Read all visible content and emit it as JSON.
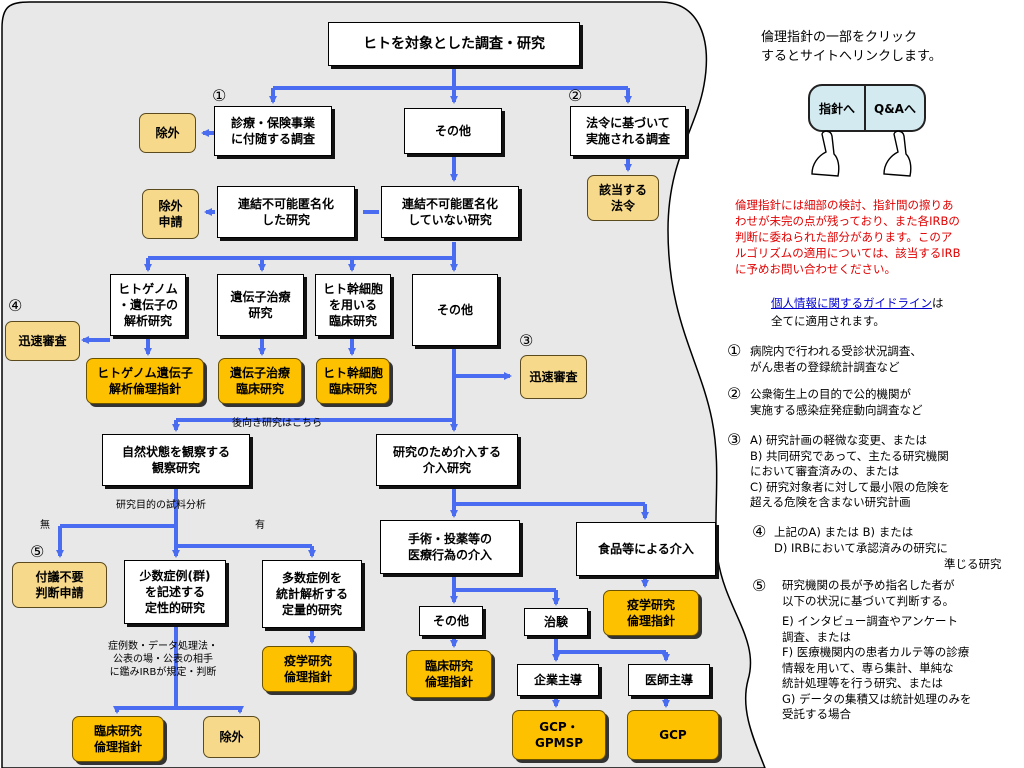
{
  "flowchart": {
    "top": "ヒトを対象とした調査・研究",
    "medical_survey": "診療・保険事業\nに付随する調査",
    "exclude": "除外",
    "other_top": "その他",
    "legal_survey": "法令に基づいて\n実施される調査",
    "applicable_law": "該当する\n法令",
    "exclusion_request": "除外\n申請",
    "anonymized": "連結不可能匿名化\nした研究",
    "not_anonymized": "連結不可能匿名化\nしていない研究",
    "genome_study": "ヒトゲノム\n・遺伝子の\n解析研究",
    "gene_therapy": "遺伝子治療\n研究",
    "stem_cell": "ヒト幹細胞\nを用いる\n臨床研究",
    "other_mid": "その他",
    "rapid_review_left": "迅速審査",
    "rapid_review_right": "迅速審査",
    "genome_guideline": "ヒトゲノム遺伝子\n解析倫理指針",
    "gene_therapy_guideline": "遺伝子治療\n臨床研究",
    "stem_cell_guideline": "ヒト幹細胞\n臨床研究",
    "retrospective_note": "後向き研究はこちら",
    "observational": "自然状態を観察する\n観察研究",
    "interventional": "研究のため介入する\n介入研究",
    "sample_analysis": "研究目的の試料分析",
    "label_no": "無",
    "label_yes": "有",
    "no_review_request": "付議不要\n判断申請",
    "qualitative": "少数症例(群)\nを記述する\n定性的研究",
    "quantitative": "多数症例を\n統計解析する\n定量的研究",
    "epi_guideline_left": "疫学研究\n倫理指針",
    "irb_note": "症例数・データ処理法・\n公表の場・公表の相手\nに鑑みIRBが規定・判断",
    "clinical_guideline_left": "臨床研究\n倫理指針",
    "exclude_bottom": "除外",
    "surgery_intervention": "手術・投薬等の\n医療行為の介入",
    "food_intervention": "食品等による介入",
    "epi_guideline_right": "疫学研究\n倫理指針",
    "other_bottom": "その他",
    "clinical_trial": "治験",
    "clinical_guideline_right": "臨床研究\n倫理指針",
    "company_led": "企業主導",
    "physician_led": "医師主導",
    "gcp_gpmsp": "GCP・\nGPMSP",
    "gcp": "GCP",
    "markers": {
      "m1": "①",
      "m2": "②",
      "m3": "③",
      "m4": "④",
      "m5": "⑤"
    }
  },
  "right_panel": {
    "intro": "倫理指針の一部をクリック\nするとサイトへリンクします。",
    "btn_guideline": "指針へ",
    "btn_qa": "Q&Aへ",
    "warning": "倫理指針には細部の検討、指針間の擦りあ\nわせが未完の点が残っており、また各IRBの\n判断に委ねられた部分があります。このア\nルゴリズムの適用については、該当するIRB\nに予めお問い合わせください。",
    "privacy_link": "個人情報に関するガイドライン",
    "privacy_suffix": "は",
    "privacy_line2": "全てに適用されます。",
    "n1_mark": "①",
    "n1_text": "病院内で行われる受診状況調査、\nがん患者の登録統計調査など",
    "n2_mark": "②",
    "n2_text": "公衆衛生上の目的で公的機関が\n実施する感染症発症動向調査など",
    "n3_mark": "③",
    "n3_text": "A) 研究計画の軽微な変更、または\nB) 共同研究であって、主たる研究機関\n    において審査済みの、または\nC) 研究対象者に対して最小限の危険を\n    超える危険を含まない研究計画",
    "n4_mark": "④",
    "n4_text": "上記のA) または B) または\n    D) IRBにおいて承認済みの研究に",
    "n4_tail": "準じる研究",
    "n5_mark": "⑤",
    "n5_text": "研究機関の長が予め指名した者が\n以下の状況に基づいて判断する。",
    "n5_items": "E) インタビュー調査やアンケート\n    調査、または\nF) 医療機関内の患者カルテ等の診療\n    情報を用いて、専ら集計、単純な\n    統計処理等を行う研究、または\nG) データの集積又は統計処理のみを\n    受託する場合"
  },
  "colors": {
    "arrow": "#4a6cf0",
    "panel_bg": "#e8e8e8",
    "tan_box": "#f6d98a",
    "yellow_box": "#fdc100",
    "warning_text": "#e00000",
    "link": "#0000cc"
  }
}
